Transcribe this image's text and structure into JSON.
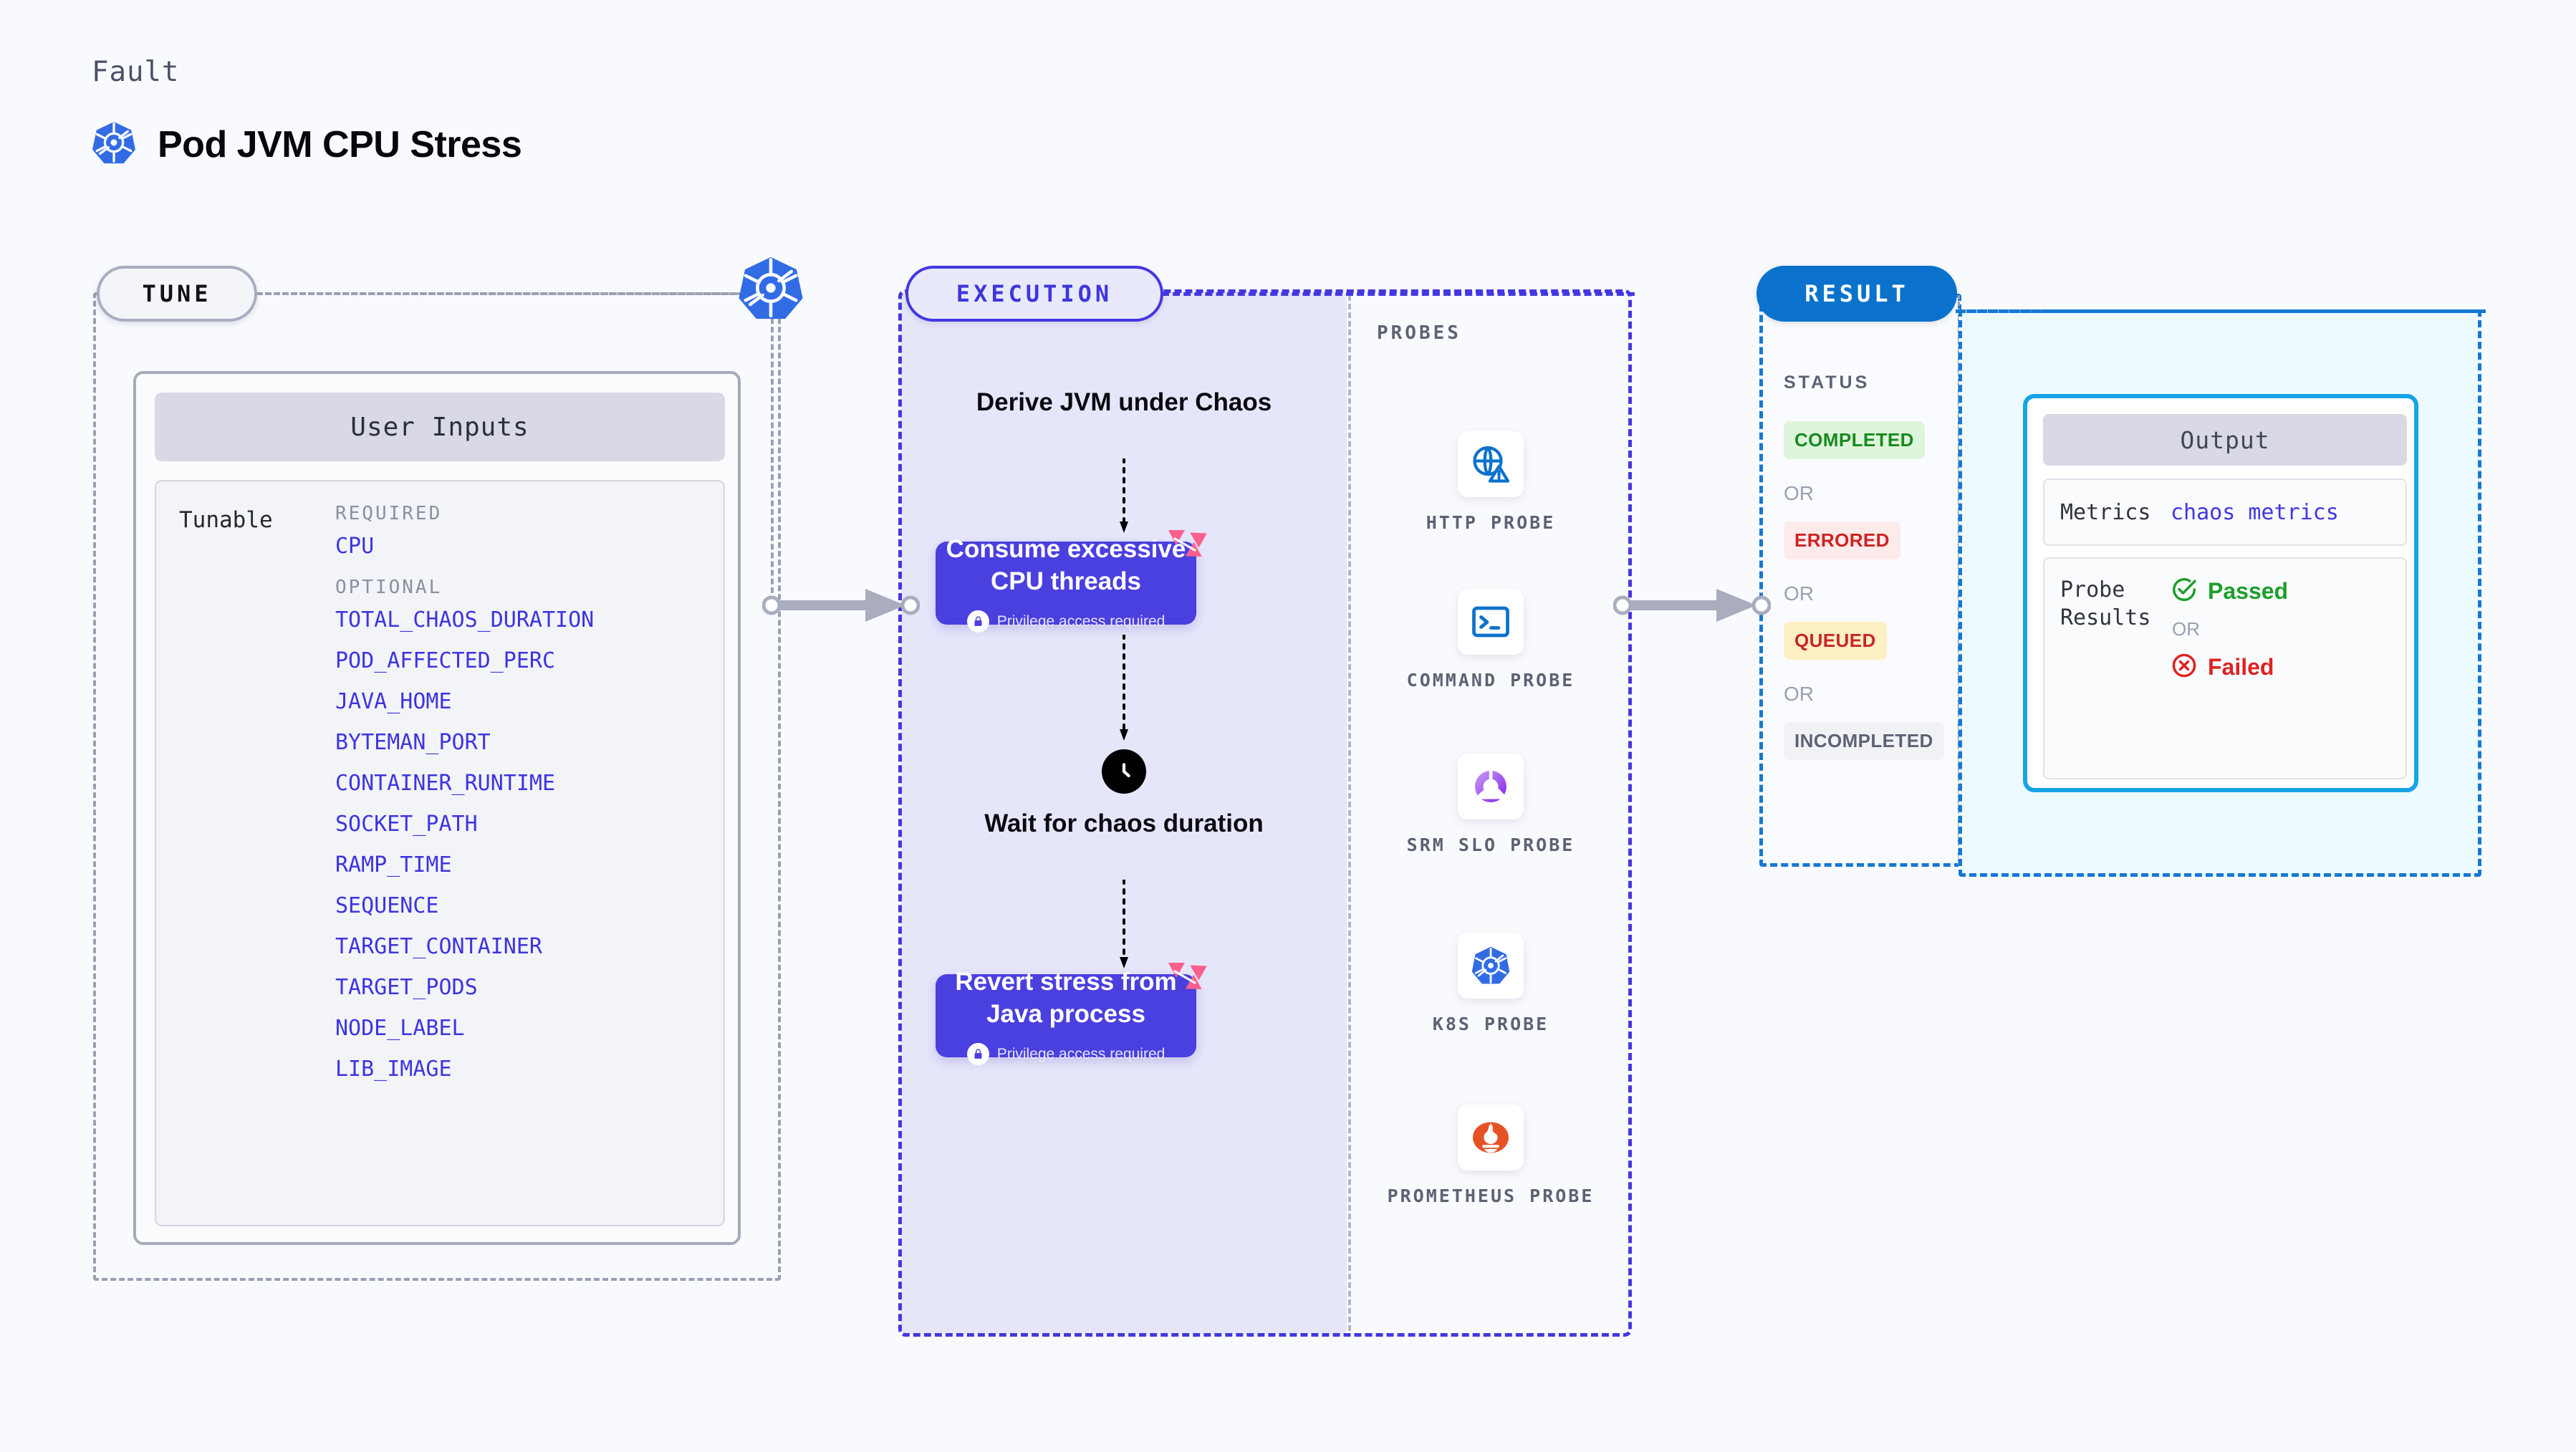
{
  "header": {
    "kicker": "Fault",
    "title": "Pod JVM CPU Stress",
    "icon": "kubernetes-icon"
  },
  "tune": {
    "pill_label": "TUNE",
    "card_title": "User Inputs",
    "section_label": "Tunable",
    "required_label": "REQUIRED",
    "optional_label": "OPTIONAL",
    "required_params": [
      "CPU"
    ],
    "optional_params": [
      "TOTAL_CHAOS_DURATION",
      "POD_AFFECTED_PERC",
      "JAVA_HOME",
      "BYTEMAN_PORT",
      "CONTAINER_RUNTIME",
      "SOCKET_PATH",
      "RAMP_TIME",
      "SEQUENCE",
      "TARGET_CONTAINER",
      "TARGET_PODS",
      "NODE_LABEL",
      "LIB_IMAGE"
    ]
  },
  "execution": {
    "pill_label": "EXECUTION",
    "step_derive": "Derive JVM under Chaos",
    "step_consume": "Consume excessive CPU threads",
    "step_wait": "Wait for chaos duration",
    "step_revert": "Revert stress from Java process",
    "privilege_note": "Privilege access required"
  },
  "probes": {
    "label": "PROBES",
    "items": [
      {
        "name": "HTTP PROBE",
        "icon": "globe-warning-icon"
      },
      {
        "name": "COMMAND PROBE",
        "icon": "terminal-icon"
      },
      {
        "name": "SRM SLO PROBE",
        "icon": "slo-donut-check-icon"
      },
      {
        "name": "K8S PROBE",
        "icon": "kubernetes-icon"
      },
      {
        "name": "PROMETHEUS PROBE",
        "icon": "prometheus-flame-icon"
      }
    ]
  },
  "result": {
    "pill_label": "RESULT",
    "status_label": "STATUS",
    "or_label": "OR",
    "statuses": [
      {
        "label": "COMPLETED",
        "bg": "#dff4dc",
        "fg": "#178a1f"
      },
      {
        "label": "ERRORED",
        "bg": "#fdebeb",
        "fg": "#cf2222"
      },
      {
        "label": "QUEUED",
        "bg": "#fdf0c4",
        "fg": "#c92626"
      },
      {
        "label": "INCOMPLETED",
        "bg": "#f1f2f6",
        "fg": "#5d6274"
      }
    ]
  },
  "output": {
    "title": "Output",
    "metrics_key": "Metrics",
    "metrics_value": "chaos metrics",
    "probe_results_key": "Probe Results",
    "passed_label": "Passed",
    "failed_label": "Failed",
    "or_label": "OR"
  },
  "colors": {
    "page_bg": "#f9fafe",
    "indigo": "#4338e0",
    "step_purple": "#4a3fdf",
    "result_blue": "#0a72cd",
    "output_cyan": "#16a3e8",
    "link_blue": "#3c35e0",
    "litmus_pink": "#fb5f8e"
  }
}
